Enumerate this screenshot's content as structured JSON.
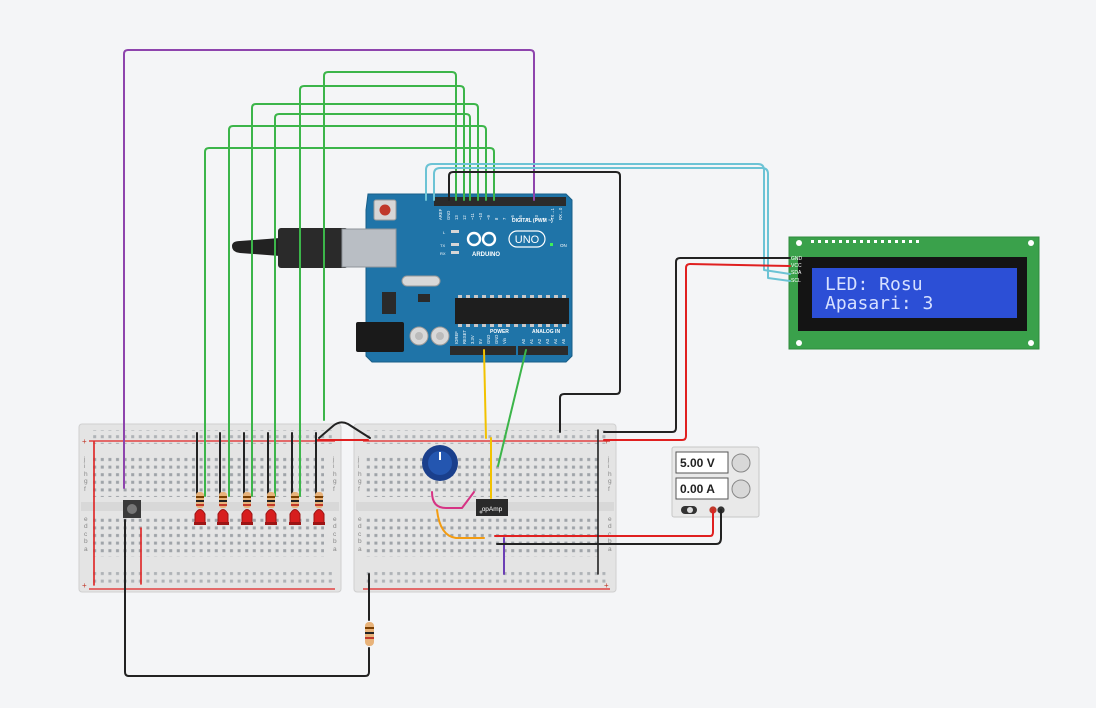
{
  "lcd": {
    "line1": "LED: Rosu",
    "line2": "Apasari: 3",
    "pins": [
      "GND",
      "VCC",
      "SDA",
      "SCL"
    ]
  },
  "power_supply": {
    "voltage": "5.00 V",
    "current": "0.00 A"
  },
  "arduino": {
    "brand": "ARDUINO",
    "model": "UNO",
    "on_label": "ON",
    "digital_label": "DIGITAL (PWM ~)",
    "power_label": "POWER",
    "analog_label": "ANALOG IN",
    "led_labels": [
      "L",
      "TX",
      "RX"
    ],
    "digital_pins": [
      "AREF",
      "GND",
      "13",
      "12",
      "~11",
      "~10",
      "~9",
      "8",
      "7",
      "~6",
      "~5",
      "4",
      "~3",
      "2",
      "TX→1",
      "RX←0"
    ],
    "power_pins": [
      "IOREF",
      "RESET",
      "3.3V",
      "5V",
      "GND",
      "GND",
      "Vin"
    ],
    "analog_pins": [
      "A0",
      "A1",
      "A2",
      "A3",
      "A4",
      "A5"
    ]
  },
  "opamp": {
    "label": "opAmp"
  },
  "breadboard": {
    "row_letters": [
      "j",
      "i",
      "h",
      "g",
      "f",
      "e",
      "d",
      "c",
      "b",
      "a"
    ],
    "plus": "+",
    "minus": "-"
  },
  "colors": {
    "wire_green": "#3cb54a",
    "wire_purple": "#8e44ad",
    "wire_cyan": "#6cc3d5",
    "wire_black": "#222222",
    "wire_red": "#e02020",
    "wire_yellow": "#f2c200",
    "wire_orange": "#f39c12",
    "wire_magenta": "#d63384",
    "arduino_blue": "#1f74a8",
    "lcd_green": "#3aa14b",
    "lcd_screen": "#2c4fd6",
    "led_red": "#d71e1e"
  }
}
